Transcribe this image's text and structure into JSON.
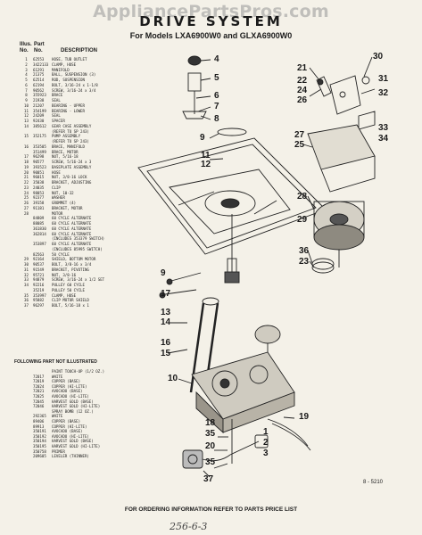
{
  "watermark": "AppliancePartsPros.com",
  "header": {
    "title": "DRIVE SYSTEM",
    "models": "For Models LXA6900W0 and GLXA6900W0",
    "col_illus": "Illus.",
    "col_no": "No.",
    "col_part": "Part",
    "col_part_no": "No.",
    "col_desc": "DESCRIPTION"
  },
  "parts": [
    {
      "key": "1",
      "part": "62553",
      "desc": "HOSE, TUB OUTLET"
    },
    {
      "key": "2",
      "part": "3422133",
      "desc": "CLAMP, HOSE"
    },
    {
      "key": "3",
      "part": "61291",
      "desc": "MANIFOLD"
    },
    {
      "key": "4",
      "part": "21375",
      "desc": "BALL, SUSPENSION (3)"
    },
    {
      "key": "5",
      "part": "62514",
      "desc": "ROD, SUSPENSION"
    },
    {
      "key": "6",
      "part": "62194",
      "desc": "BOLT, 3/16-24 x 1-1/8"
    },
    {
      "key": "7",
      "part": "90562",
      "desc": "SCREW, 3/16-24 x 3/4"
    },
    {
      "key": "8",
      "part": "355923",
      "desc": "BRACE"
    },
    {
      "key": "9",
      "part": "21938",
      "desc": "SEAL"
    },
    {
      "key": "10",
      "part": "21207",
      "desc": "BEARING - UPPER"
    },
    {
      "key": "11",
      "part": "354199",
      "desc": "BEARING - LOWER"
    },
    {
      "key": "12",
      "part": "24209",
      "desc": "SEAL"
    },
    {
      "key": "13",
      "part": "92430",
      "desc": "SPACER"
    },
    {
      "key": "14",
      "part": "385612",
      "desc": "GEAR CASE ASSEMBLY"
    },
    {
      "key": "",
      "part": "",
      "desc": "(REFER TO SP 243)"
    },
    {
      "key": "15",
      "part": "352175",
      "desc": "PUMP ASSEMBLY"
    },
    {
      "key": "",
      "part": "",
      "desc": "(REFER TO SP 243)"
    },
    {
      "key": "16",
      "part": "353505",
      "desc": "BRACE, MANIFOLD"
    },
    {
      "key": "",
      "part": "351499",
      "desc": "BRACE, MOTOR"
    },
    {
      "key": "17",
      "part": "96298",
      "desc": "NUT, 5/16-18"
    },
    {
      "key": "18",
      "part": "90577",
      "desc": "SCREW, 5/16-24 x 3"
    },
    {
      "key": "19",
      "part": "393523",
      "desc": "BASEPLATE ASSEMBLY"
    },
    {
      "key": "20",
      "part": "90051",
      "desc": "HOSE"
    },
    {
      "key": "21",
      "part": "96015",
      "desc": "NUT, 3/8-16 LOCK"
    },
    {
      "key": "22",
      "part": "35038",
      "desc": "BRACKET, ADJUSTING"
    },
    {
      "key": "23",
      "part": "24035",
      "desc": "CLIP"
    },
    {
      "key": "24",
      "part": "98053",
      "desc": "NUT, 10-32"
    },
    {
      "key": "25",
      "part": "92377",
      "desc": "WASHER"
    },
    {
      "key": "26",
      "part": "39158",
      "desc": "GROMMET (4)"
    },
    {
      "key": "27",
      "part": "91181",
      "desc": "BRACKET, MOTOR"
    },
    {
      "key": "28",
      "part": "",
      "desc": "MOTOR"
    },
    {
      "key": "",
      "part": "84809",
      "desc": "60 CYCLE ALTERNATE"
    },
    {
      "key": "",
      "part": "88085",
      "desc": "60 CYCLE ALTERNATE"
    },
    {
      "key": "",
      "part": "361830",
      "desc": "60 CYCLE ALTERNATE"
    },
    {
      "key": "",
      "part": "362814",
      "desc": "60 CYCLE ALTERNATE"
    },
    {
      "key": "",
      "part": "",
      "desc": "(INCLUDES 353379 SWITCH)"
    },
    {
      "key": "",
      "part": "353897",
      "desc": "60 CYCLE ALTERNATE"
    },
    {
      "key": "",
      "part": "",
      "desc": "(INCLUDES 85995 SWITCH)"
    },
    {
      "key": "",
      "part": "82563",
      "desc": "50 CYCLE"
    },
    {
      "key": "29",
      "part": "92164",
      "desc": "SHIELD, BOTTOM MOTOR"
    },
    {
      "key": "30",
      "part": "90537",
      "desc": "BOLT, 3/8-16 x 3/4"
    },
    {
      "key": "31",
      "part": "91549",
      "desc": "BRACKET, PIVOTING"
    },
    {
      "key": "32",
      "part": "95721",
      "desc": "NUT, 3/8-16"
    },
    {
      "key": "33",
      "part": "94879",
      "desc": "SCREW, 3/16-24 x 1/2 SET"
    },
    {
      "key": "34",
      "part": "92216",
      "desc": "PULLEY 60 CYCLE"
    },
    {
      "key": "",
      "part": "35219",
      "desc": "PULLEY 50 CYCLE"
    },
    {
      "key": "35",
      "part": "353997",
      "desc": "CLAMP, HOSE"
    },
    {
      "key": "36",
      "part": "95882",
      "desc": "CLIP MOTOR SHIELD"
    },
    {
      "key": "37",
      "part": "96297",
      "desc": "BOLT, 5/16-18 x 1"
    }
  ],
  "section2_title": "FOLLOWING PART NOT ILLUSTRATED",
  "paint": [
    {
      "part": "",
      "desc": "PAINT TOUCH-UP (1/2 OZ.)"
    },
    {
      "part": "72017",
      "desc": "WHITE"
    },
    {
      "part": "72019",
      "desc": "COPPER (BASE)"
    },
    {
      "part": "72024",
      "desc": "COPPER (HI-LITE)"
    },
    {
      "part": "72021",
      "desc": "AVOCADO (BASE)"
    },
    {
      "part": "72025",
      "desc": "AVOCADO (HI-LITE)"
    },
    {
      "part": "72045",
      "desc": "HARVEST GOLD (BASE)"
    },
    {
      "part": "72046",
      "desc": "HARVEST GOLD (HI-LITE)"
    },
    {
      "part": "",
      "desc": "SPRAY BOMB (12 OZ.)"
    },
    {
      "part": "292365",
      "desc": "WHITE"
    },
    {
      "part": "89406",
      "desc": "COPPER (BASE)"
    },
    {
      "part": "89913",
      "desc": "COPPER (HI-LITE)"
    },
    {
      "part": "350191",
      "desc": "AVOCADO (BASE)"
    },
    {
      "part": "350192",
      "desc": "AVOCADO (HI-LITE)"
    },
    {
      "part": "350194",
      "desc": "HARVEST GOLD (BASE)"
    },
    {
      "part": "350195",
      "desc": "HARVEST GOLD (HI-LITE)"
    },
    {
      "part": "350758",
      "desc": "PRIMER"
    },
    {
      "part": "209605",
      "desc": "LEVELER (THINNER)"
    }
  ],
  "footer": "FOR ORDERING INFORMATION REFER TO PARTS PRICE LIST",
  "diagram_code": "8 - 5210",
  "handwriting": "256-6-3",
  "callouts": [
    "4",
    "5",
    "6",
    "7",
    "8",
    "9",
    "10",
    "11",
    "12",
    "13",
    "14",
    "15",
    "16",
    "17",
    "18",
    "19",
    "20",
    "21",
    "22",
    "23",
    "24",
    "25",
    "26",
    "27",
    "28",
    "29",
    "30",
    "31",
    "32",
    "33",
    "34",
    "35",
    "36",
    "37",
    "1",
    "2",
    "3"
  ]
}
